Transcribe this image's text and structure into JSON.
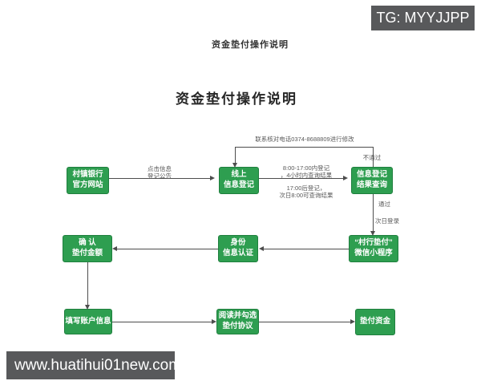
{
  "badges": {
    "tg": "TG: MYYJJPP",
    "site": "www.huatihui01new.com"
  },
  "titles": {
    "small": "资金垫付操作说明",
    "main": "资金垫付操作说明"
  },
  "colors": {
    "node_green": "#2e9e50",
    "node_border": "#1f7f3e",
    "line_gray": "#4d4d4d",
    "label_gray": "#595959",
    "badge_gray": "#58595b"
  },
  "flowchart": {
    "nodes": [
      {
        "id": "bank-site",
        "lines": [
          "村镇银行",
          "官方网站"
        ]
      },
      {
        "id": "online-reg",
        "lines": [
          "线上",
          "信息登记"
        ]
      },
      {
        "id": "result-query",
        "lines": [
          "信息登记",
          "结果查询"
        ]
      },
      {
        "id": "mini-program",
        "lines": [
          "“村行垫付”",
          "微信小程序"
        ]
      },
      {
        "id": "identity-auth",
        "lines": [
          "身份",
          "信息认证"
        ]
      },
      {
        "id": "confirm-amount",
        "lines": [
          "确 认",
          "垫付金额"
        ]
      },
      {
        "id": "fill-account",
        "lines": [
          "填写账户信息"
        ]
      },
      {
        "id": "agreement",
        "lines": [
          "阅读并勾选",
          "垫付协议"
        ]
      },
      {
        "id": "advance-funds",
        "lines": [
          "垫付资金"
        ]
      }
    ],
    "labels": {
      "click_notice_1": "点击信息",
      "click_notice_2": "登记公告",
      "time_in_1": "8:00-17:00内登记",
      "time_in_2": "，4小时内查询结果",
      "time_after_1": "17:00后登记，",
      "time_after_2": "次日8:00可查询结果",
      "contact": "联系核对电话0374-8688809进行修改",
      "fail": "不通过",
      "pass": "通过",
      "next_day": "次日登录"
    }
  }
}
